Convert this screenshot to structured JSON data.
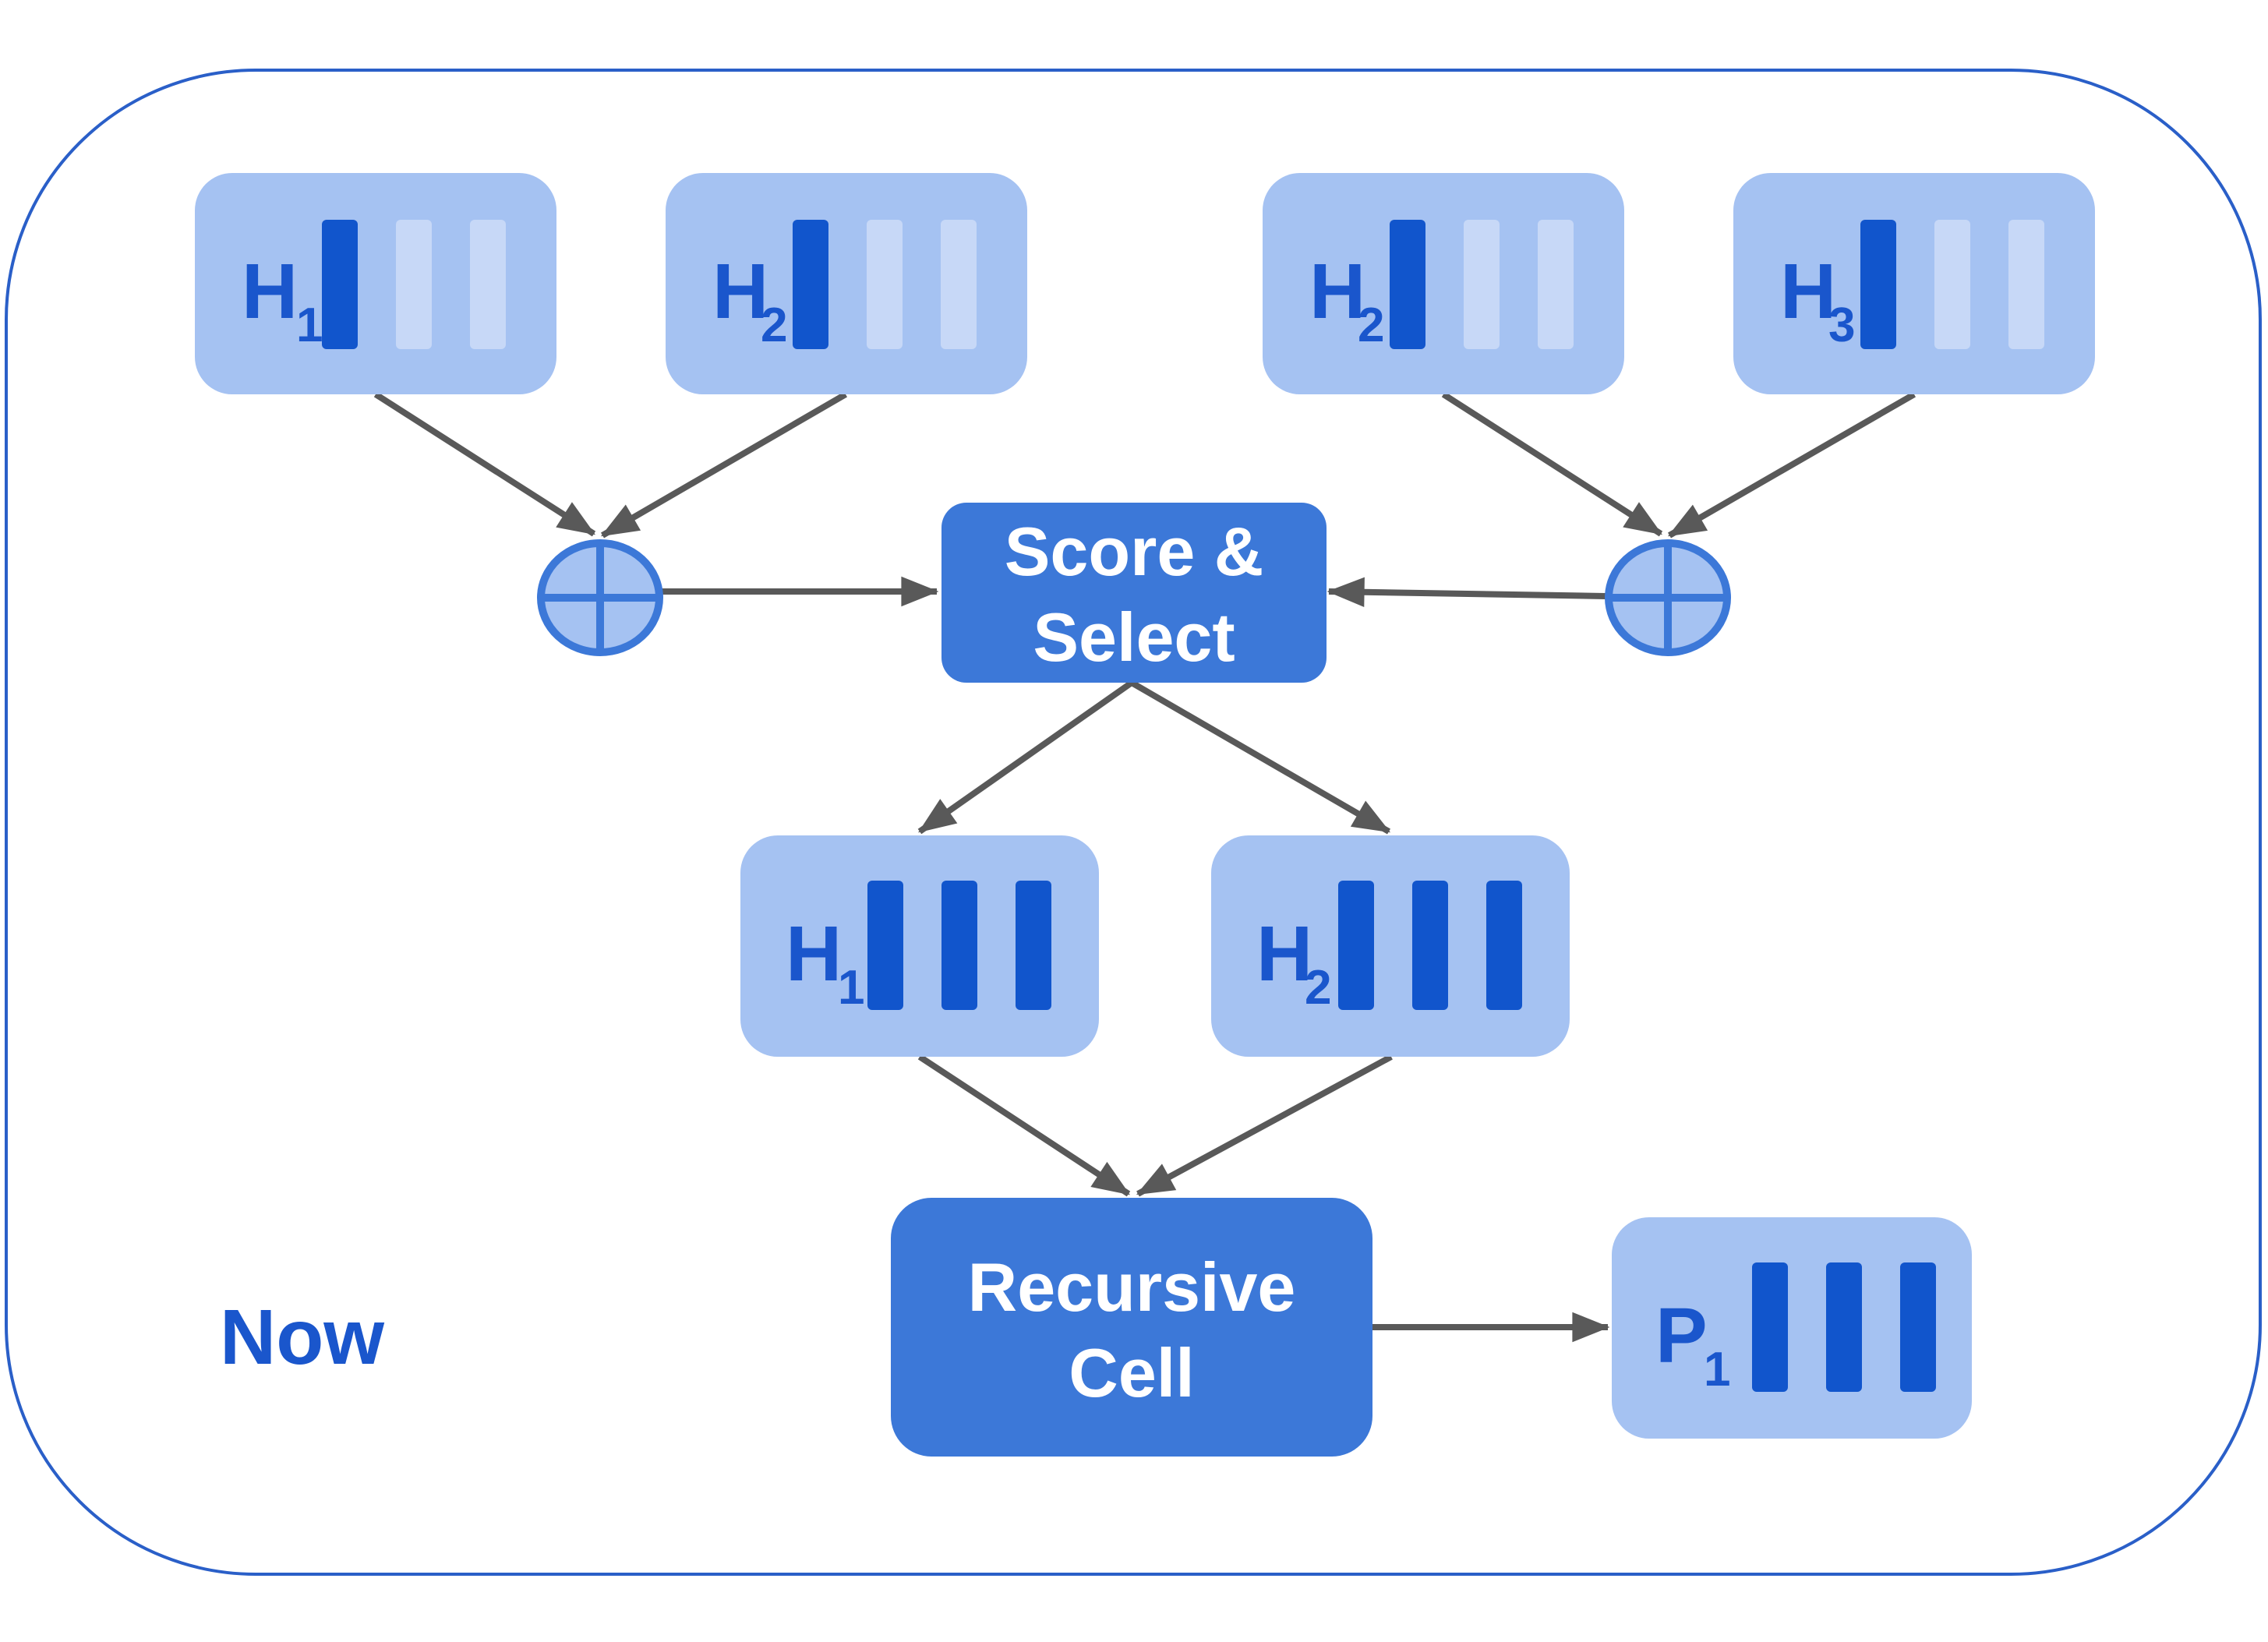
{
  "colors": {
    "frame_border": "#2a5fc8",
    "node_fill": "#a5c2f2",
    "bar_active": "#1155cc",
    "bar_inactive": "#c7d8f7",
    "label": "#1a56cc",
    "op_fill": "#3c78d8",
    "op_text": "#ffffff",
    "arrow": "#595959",
    "sum_fill": "#a5c2f2",
    "sum_stroke": "#3c78d8"
  },
  "frame_label": "Now",
  "top_nodes": [
    {
      "id": "top-1",
      "letter": "H",
      "sub": "1",
      "active_bars": 1
    },
    {
      "id": "top-2",
      "letter": "H",
      "sub": "2",
      "active_bars": 1
    },
    {
      "id": "top-3",
      "letter": "H",
      "sub": "2",
      "active_bars": 1
    },
    {
      "id": "top-4",
      "letter": "H",
      "sub": "3",
      "active_bars": 1
    }
  ],
  "sum_nodes": [
    {
      "id": "sum-left",
      "symbol": "plus-circle-icon"
    },
    {
      "id": "sum-right",
      "symbol": "plus-circle-icon"
    }
  ],
  "score_select": {
    "line1": "Score &",
    "line2": "Select"
  },
  "selected_nodes": [
    {
      "id": "sel-1",
      "letter": "H",
      "sub": "1",
      "active_bars": 3
    },
    {
      "id": "sel-2",
      "letter": "H",
      "sub": "2",
      "active_bars": 3
    }
  ],
  "recursive_cell": {
    "line1": "Recursive",
    "line2": "Cell"
  },
  "output_node": {
    "id": "out-1",
    "letter": "P",
    "sub": "1",
    "active_bars": 3
  }
}
